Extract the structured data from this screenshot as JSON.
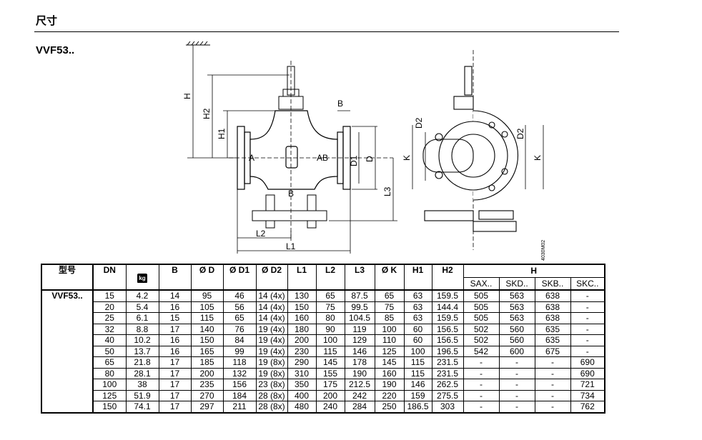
{
  "section_title": "尺寸",
  "model_title": "VVF53..",
  "drawing": {
    "labels": {
      "H": "H",
      "H1": "H1",
      "H2": "H2",
      "B": "B",
      "D": "D",
      "D1": "D1",
      "D2": "D2",
      "K": "K",
      "L1": "L1",
      "L2": "L2",
      "L3": "L3",
      "A": "A",
      "AB": "AB",
      "port_B": "B",
      "code": "4030M02"
    }
  },
  "table": {
    "headers": [
      "型号",
      "DN",
      "weight-icon",
      "B",
      "Ø D",
      "Ø D1",
      "Ø D2",
      "L1",
      "L2",
      "L3",
      "Ø K",
      "H1",
      "H2",
      "H"
    ],
    "weight_icon_label": "kg",
    "h_subheaders": [
      "SAX..",
      "SKD..",
      "SKB..",
      "SKC.."
    ],
    "model": "VVF53..",
    "rows": [
      [
        "15",
        "4.2",
        "14",
        "95",
        "46",
        "14 (4x)",
        "130",
        "65",
        "87.5",
        "65",
        "63",
        "159.5",
        "505",
        "563",
        "638",
        "-"
      ],
      [
        "20",
        "5.4",
        "16",
        "105",
        "56",
        "14 (4x)",
        "150",
        "75",
        "99.5",
        "75",
        "63",
        "144.4",
        "505",
        "563",
        "638",
        "-"
      ],
      [
        "25",
        "6.1",
        "15",
        "115",
        "65",
        "14 (4x)",
        "160",
        "80",
        "104.5",
        "85",
        "63",
        "159.5",
        "505",
        "563",
        "638",
        "-"
      ],
      [
        "32",
        "8.8",
        "17",
        "140",
        "76",
        "19 (4x)",
        "180",
        "90",
        "119",
        "100",
        "60",
        "156.5",
        "502",
        "560",
        "635",
        "-"
      ],
      [
        "40",
        "10.2",
        "16",
        "150",
        "84",
        "19 (4x)",
        "200",
        "100",
        "129",
        "110",
        "60",
        "156.5",
        "502",
        "560",
        "635",
        "-"
      ],
      [
        "50",
        "13.7",
        "16",
        "165",
        "99",
        "19 (4x)",
        "230",
        "115",
        "146",
        "125",
        "100",
        "196.5",
        "542",
        "600",
        "675",
        "-"
      ],
      [
        "65",
        "21.8",
        "17",
        "185",
        "118",
        "19 (8x)",
        "290",
        "145",
        "178",
        "145",
        "115",
        "231.5",
        "-",
        "-",
        "-",
        "690"
      ],
      [
        "80",
        "28.1",
        "17",
        "200",
        "132",
        "19 (8x)",
        "310",
        "155",
        "190",
        "160",
        "115",
        "231.5",
        "-",
        "-",
        "-",
        "690"
      ],
      [
        "100",
        "38",
        "17",
        "235",
        "156",
        "23 (8x)",
        "350",
        "175",
        "212.5",
        "190",
        "146",
        "262.5",
        "-",
        "-",
        "-",
        "721"
      ],
      [
        "125",
        "51.9",
        "17",
        "270",
        "184",
        "28 (8x)",
        "400",
        "200",
        "242",
        "220",
        "159",
        "275.5",
        "-",
        "-",
        "-",
        "734"
      ],
      [
        "150",
        "74.1",
        "17",
        "297",
        "211",
        "28 (8x)",
        "480",
        "240",
        "284",
        "250",
        "186.5",
        "303",
        "-",
        "-",
        "-",
        "762"
      ]
    ]
  }
}
